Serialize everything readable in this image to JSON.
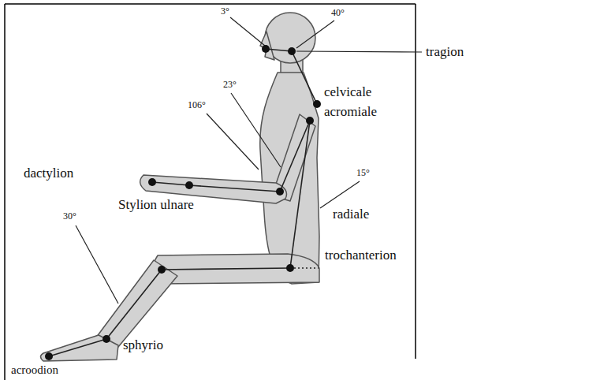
{
  "diagram": {
    "labels": [
      "3°",
      "40°",
      "tragion",
      "celvicale",
      "acromiale",
      "23°",
      "106°",
      "15°",
      "radiale",
      "dactylion",
      "Stylion ulnare",
      "trochanterion",
      "30°",
      "sphyrio",
      "acroodion"
    ]
  }
}
